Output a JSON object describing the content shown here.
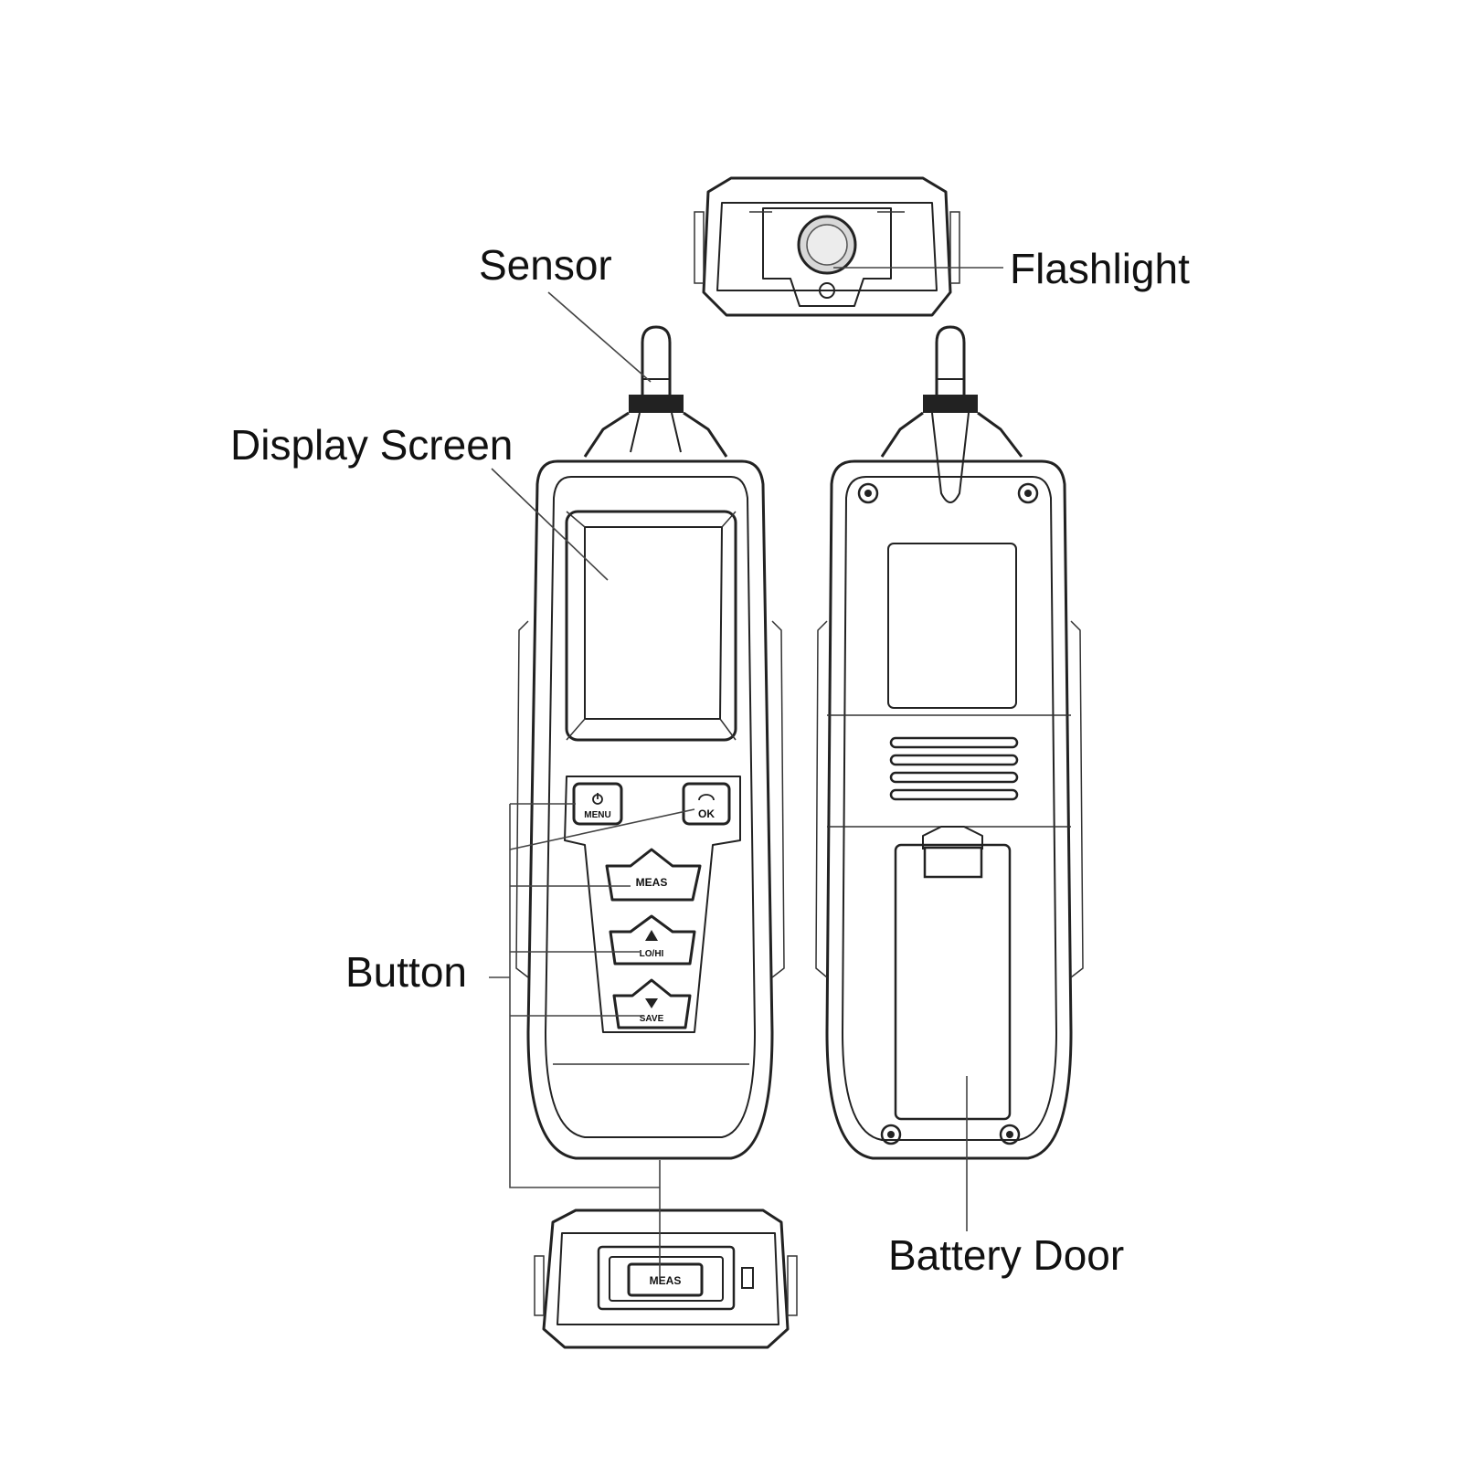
{
  "labels": {
    "sensor": "Sensor",
    "flashlight": "Flashlight",
    "display_screen": "Display Screen",
    "button": "Button",
    "battery_door": "Battery Door"
  },
  "buttons": {
    "menu": "MENU",
    "ok": "OK",
    "meas": "MEAS",
    "lo_hi": "LO/HI",
    "save": "SAVE",
    "bottom_meas": "MEAS"
  }
}
